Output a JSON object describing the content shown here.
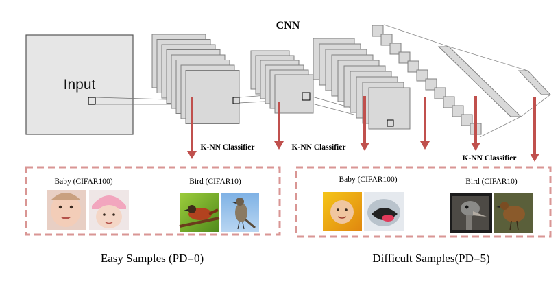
{
  "diagram": {
    "title": "CNN",
    "input_label": "Input",
    "classifier_labels": [
      "K-NN Classifier",
      "K-NN Classifier",
      "K-NN Classifier"
    ],
    "easy_group": {
      "caption": "Easy Samples (PD=0)",
      "left_label": "Baby (CIFAR100)",
      "right_label": "Bird (CIFAR10)",
      "left_images": [
        "baby-face-image",
        "baby-pink-hat-image"
      ],
      "right_images": [
        "bird-on-branch-image",
        "bird-blue-sky-image"
      ]
    },
    "difficult_group": {
      "caption": "Difficult Samples(PD=5)",
      "left_label": "Baby (CIFAR100)",
      "right_label": "Bird (CIFAR10)",
      "left_images": [
        "baby-in-flower-image",
        "toy-mouth-image"
      ],
      "right_images": [
        "ostrich-head-image",
        "brown-bird-image"
      ]
    },
    "colors": {
      "arrow": "#c0504d",
      "box_border": "#d99694",
      "layer_fill": "#d9d9d9",
      "layer_stroke": "#7f7f7f",
      "input_fill": "#e6e6e6"
    }
  }
}
